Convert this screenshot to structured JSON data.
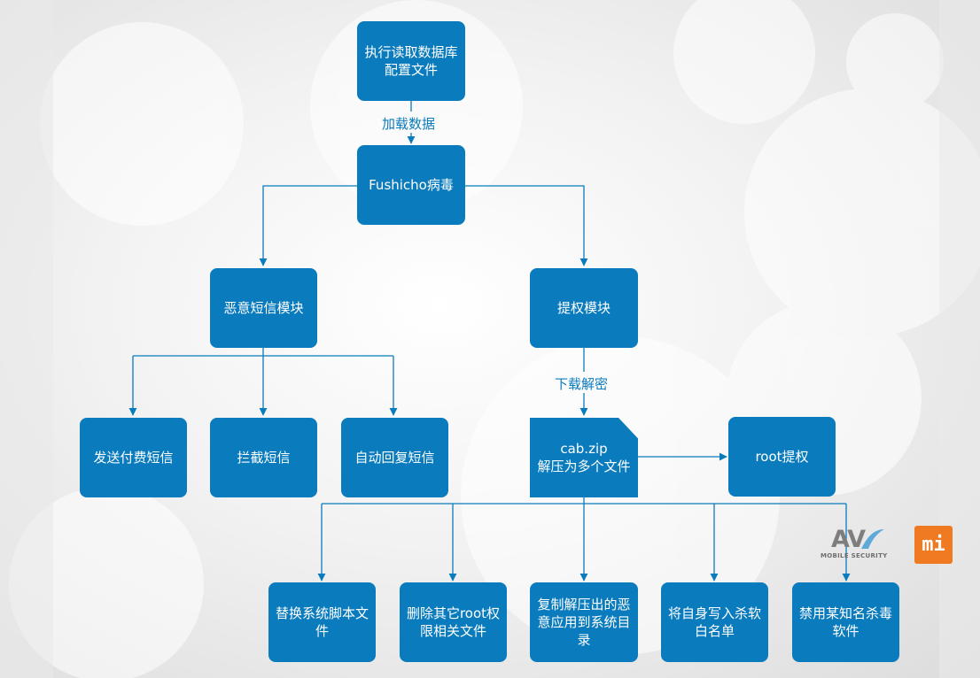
{
  "nodes": {
    "read_config": "执行读取数据库配置文件",
    "virus": "Fushicho病毒",
    "sms_module": "恶意短信模块",
    "root_module": "提权模块",
    "send_paid_sms": "发送付费短信",
    "block_sms": "拦截短信",
    "auto_reply_sms": "自动回复短信",
    "cab_zip_line1": "cab.zip",
    "cab_zip_line2": "解压为多个文件",
    "root_privilege": "root提权",
    "replace_scripts": "替换系统脚本文件",
    "delete_root_files": "删除其它root权限相关文件",
    "copy_apps": "复制解压出的恶意应用到系统目录",
    "whitelist": "将自身写入杀软白名单",
    "disable_av": "禁用某知名杀毒软件"
  },
  "edge_labels": {
    "load_data": "加载数据",
    "download_decrypt": "下载解密"
  },
  "logos": {
    "av_text": "AV",
    "av_sub": "MOBILE SECURITY",
    "mi_text": "mi"
  },
  "colors": {
    "node_fill": "#0a7bbd",
    "edge": "#0a7bbd",
    "mi_orange": "#f07a22"
  }
}
